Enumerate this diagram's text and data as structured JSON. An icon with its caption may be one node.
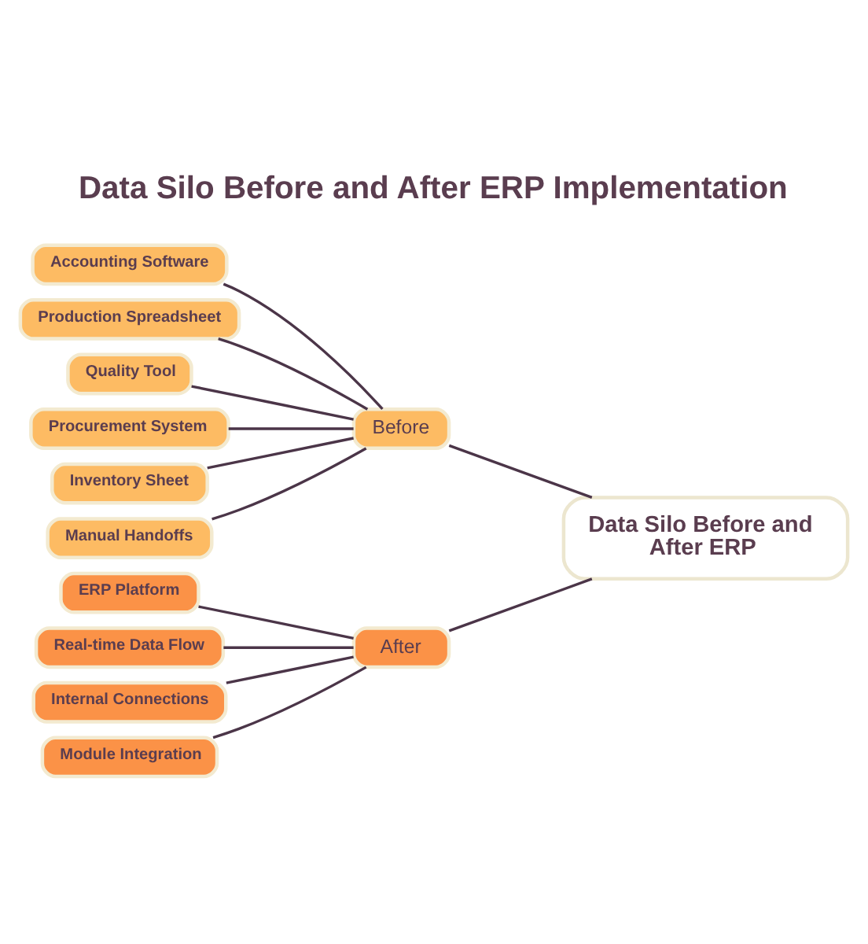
{
  "diagram": {
    "title": "Data Silo Before and After ERP Implementation",
    "nodes": [
      {
        "text": [
          "Data Silo Before and After ERP"
        ]
      },
      {
        "text": [
          "Before"
        ]
      },
      {
        "text": [
          "Accounting Software"
        ]
      },
      {
        "text": [
          "Production Spreadsheet"
        ]
      },
      {
        "text": [
          "Quality Tool"
        ]
      },
      {
        "text": [
          "Procurement System"
        ]
      },
      {
        "text": [
          "Inventory Sheet"
        ]
      },
      {
        "text": [
          "Manual Handoffs"
        ]
      },
      {
        "text": [
          "After"
        ]
      },
      {
        "text": [
          "ERP Platform"
        ]
      },
      {
        "text": [
          "Real-time Data Flow"
        ]
      },
      {
        "text": [
          "Internal Connections"
        ]
      },
      {
        "text": [
          "Module Integration"
        ]
      }
    ],
    "edges": [
      {
        "from": 0,
        "to": 1,
        "arrow": "none"
      },
      {
        "from": 0,
        "to": 8,
        "arrow": "none"
      },
      {
        "from": 1,
        "to": 2,
        "arrow": "none"
      },
      {
        "from": 1,
        "to": 3,
        "arrow": "none"
      },
      {
        "from": 1,
        "to": 4,
        "arrow": "none"
      },
      {
        "from": 1,
        "to": 5,
        "arrow": "none"
      },
      {
        "from": 1,
        "to": 6,
        "arrow": "none"
      },
      {
        "from": 1,
        "to": 7,
        "arrow": "none"
      },
      {
        "from": 8,
        "to": 9,
        "arrow": "none"
      },
      {
        "from": 8,
        "to": 10,
        "arrow": "none"
      },
      {
        "from": 8,
        "to": 11,
        "arrow": "none"
      },
      {
        "from": 8,
        "to": 12,
        "arrow": "none"
      }
    ]
  }
}
